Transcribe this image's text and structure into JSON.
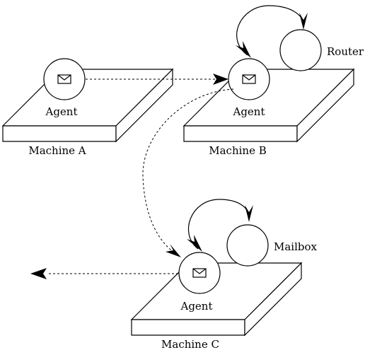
{
  "machines": [
    {
      "id": "a",
      "label": "Machine A",
      "agent_label": "Agent"
    },
    {
      "id": "b",
      "label": "Machine B",
      "agent_label": "Agent",
      "service_label": "Router"
    },
    {
      "id": "c",
      "label": "Machine C",
      "agent_label": "Agent",
      "service_label": "Mailbox"
    }
  ],
  "colors": {
    "line": "#000000",
    "background": "#ffffff"
  },
  "icons": {
    "agent": "envelope-icon"
  }
}
